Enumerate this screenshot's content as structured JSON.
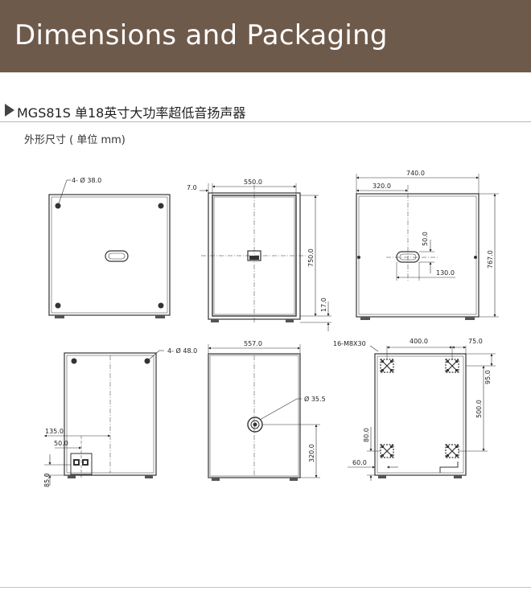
{
  "banner": {
    "title": "Dimensions and Packaging"
  },
  "section": {
    "title": "MGS81S 单18英寸大功率超低音扬声器"
  },
  "subtitle": "外形尺寸 ( 单位 mm)",
  "labels": {
    "front_holes": "4- Ø 38.0",
    "side_offset": "7.0",
    "side_width": "550.0",
    "side_height": "750.0",
    "side_bottom": "17.0",
    "top_width": "740.0",
    "top_offset": "320.0",
    "top_handle_h": "50.0",
    "top_handle_w": "130.0",
    "top_height": "767.0",
    "rear_holes": "4- Ø 48.0",
    "rear_135": "135.0",
    "rear_50": "50.0",
    "rear_85": "85.0",
    "bottom_width": "557.0",
    "bottom_hole": "Ø 35.5",
    "bottom_320": "320.0",
    "fly_points": "16-M8X30",
    "fly_400": "400.0",
    "fly_75": "75.0",
    "fly_95": "95.0",
    "fly_500": "500.0",
    "fly_80": "80.0",
    "fly_60": "60.0"
  }
}
